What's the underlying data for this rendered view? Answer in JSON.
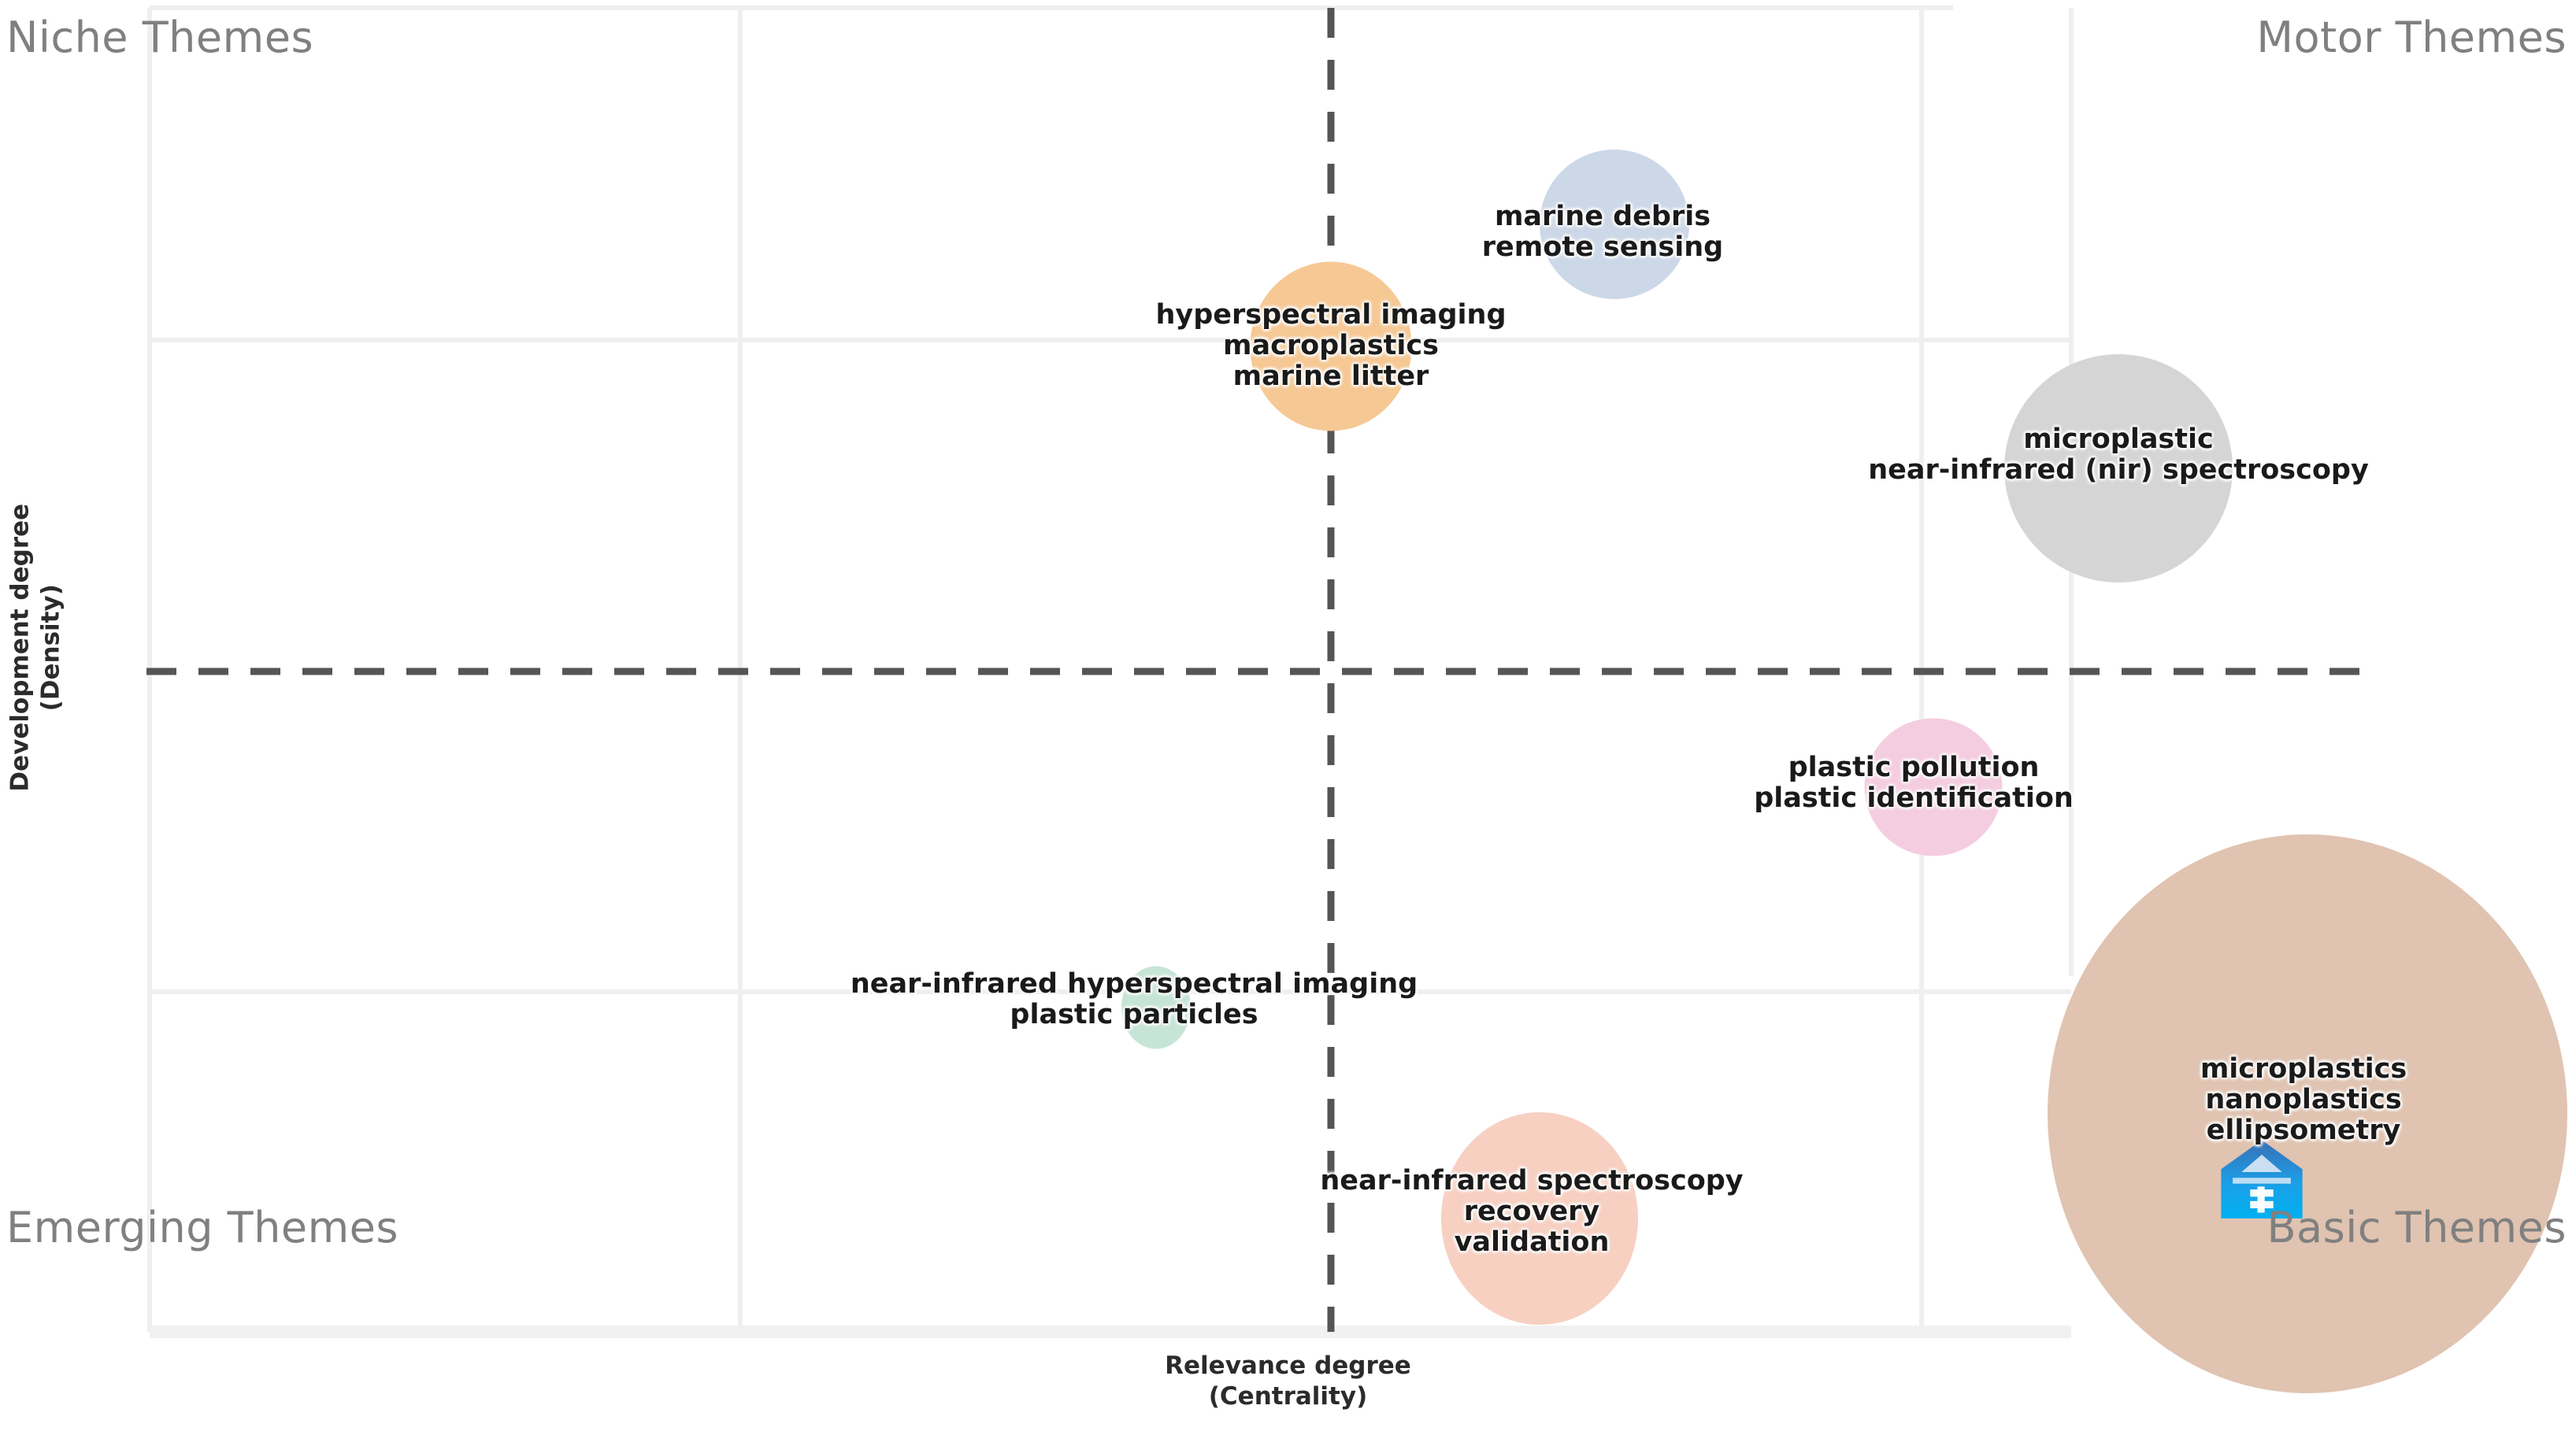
{
  "quadrants": {
    "top_left": "Niche Themes",
    "top_right": "Motor Themes",
    "bottom_left": "Emerging Themes",
    "bottom_right": "Basic Themes"
  },
  "axes": {
    "x_title_line1": "Relevance degree",
    "x_title_line2": "(Centrality)",
    "y_title_line1": "Development degree",
    "y_title_line2": "(Density)"
  },
  "colors": {
    "grid": "#efefef",
    "axis": "#f2f2f2",
    "dashed": "#555555",
    "corner_text": "#808080",
    "label_text": "#1a1a1a",
    "background": "#ffffff"
  },
  "chart_data": {
    "type": "scatter",
    "title": "",
    "xlabel": "Relevance degree (Centrality)",
    "ylabel": "Development degree (Density)",
    "xlim": [
      0,
      1
    ],
    "ylim": [
      0,
      1
    ],
    "grid": true,
    "legend": "none",
    "quadrant_dividers": {
      "x": 0.615,
      "y": 0.5
    },
    "points": [
      {
        "name": "marine-debris",
        "keywords": [
          "marine debris",
          "remote sensing"
        ],
        "x": 0.755,
        "y": 0.915,
        "size": 0.22,
        "color": "#ccd8e8",
        "quadrant": "Motor Themes"
      },
      {
        "name": "hyperspectral-imaging",
        "keywords": [
          "hyperspectral imaging",
          "macroplastics",
          "marine litter"
        ],
        "x": 0.609,
        "y": 0.875,
        "size": 0.26,
        "color": "#f6c894",
        "quadrant": "Niche Themes"
      },
      {
        "name": "microplastic",
        "keywords": [
          "microplastic",
          "near-infrared (nir) spectroscopy"
        ],
        "x": 0.835,
        "y": 0.838,
        "size": 0.5,
        "color": "#d5d5d5",
        "quadrant": "Motor Themes"
      },
      {
        "name": "plastic-pollution",
        "keywords": [
          "plastic pollution",
          "plastic identification"
        ],
        "x": 0.785,
        "y": 0.487,
        "size": 0.27,
        "color": "#f5cde0",
        "quadrant": "Basic Themes"
      },
      {
        "name": "near-infrared-hyperspectral-imaging",
        "keywords": [
          "near-infrared hyperspectral imaging",
          "plastic particles"
        ],
        "x": 0.615,
        "y": 0.33,
        "size": 0.12,
        "color": "#c6e5d6",
        "quadrant": "Emerging Themes"
      },
      {
        "name": "near-infrared-spectroscopy",
        "keywords": [
          "near-infrared spectroscopy",
          "recovery",
          "validation"
        ],
        "x": 0.655,
        "y": 0.135,
        "size": 0.27,
        "color": "#f7d0c2",
        "quadrant": "Emerging Themes"
      },
      {
        "name": "microplastics-nanoplastics",
        "keywords": [
          "microplastics",
          "nanoplastics",
          "ellipsometry"
        ],
        "x": 0.96,
        "y": 0.235,
        "size": 1.0,
        "color": "#e0c3b0",
        "quadrant": "Basic Themes"
      }
    ]
  },
  "overlay": {
    "watermark_icon": "blue-shield-logo"
  }
}
